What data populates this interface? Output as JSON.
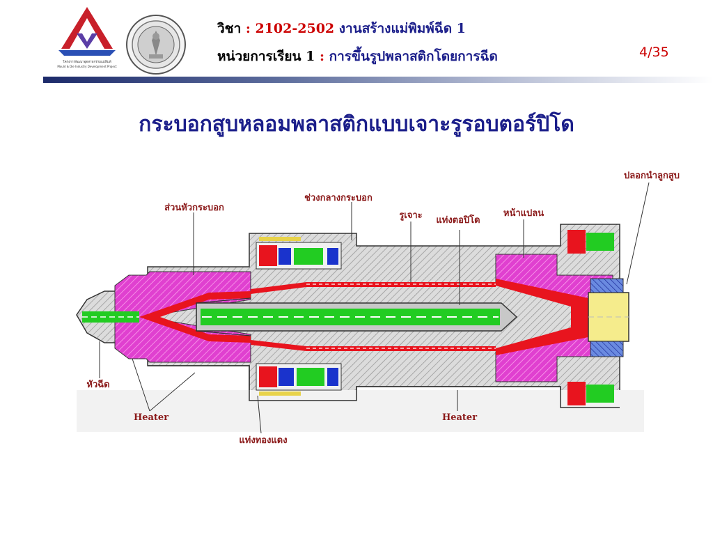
{
  "header": {
    "course_label": "วิชา",
    "course_sep": " : ",
    "course_code": "2102-2502",
    "course_name": " งานสร้างแม่พิมพ์ฉีด 1",
    "unit_label": "หน่วยการเรียน 1",
    "unit_sep": " : ",
    "unit_name": "การขึ้นรูปพลาสติกโดยการฉีด",
    "page_number": "4/35",
    "logo_caption_line1": "โครงการพัฒนาอุตสาหกรรมแม่พิมพ์",
    "logo_caption_line2": "Mould & Die Industry Development Project"
  },
  "slide_title": "กระบอกสูบหลอมพลาสติกแบบเจาะรูรอบตอร์ปิโด",
  "diagram": {
    "labels": {
      "barrel_head": "ส่วนหัวกระบอก",
      "barrel_middle": "ช่วงกลางกระบอก",
      "holes": "รูเจาะ",
      "torpedo": "แท่งตอปิโด",
      "flange": "หน้าแปลน",
      "piston_sleeve": "ปลอกนำลูกสูบ",
      "nozzle": "หัวฉีด",
      "heater_left": "Heater",
      "heater_right": "Heater",
      "copper_bar": "แท่งทองแดง"
    }
  },
  "colors": {
    "title": "#1b1e8a",
    "accent_red": "#cc0000",
    "label": "#8b1a1a",
    "magenta": "#e040d0",
    "melt_red": "#e8141e",
    "green": "#22cc22",
    "blue": "#1a33cc",
    "yellow": "#f5ec8c",
    "steel": "#d4d4d4"
  }
}
